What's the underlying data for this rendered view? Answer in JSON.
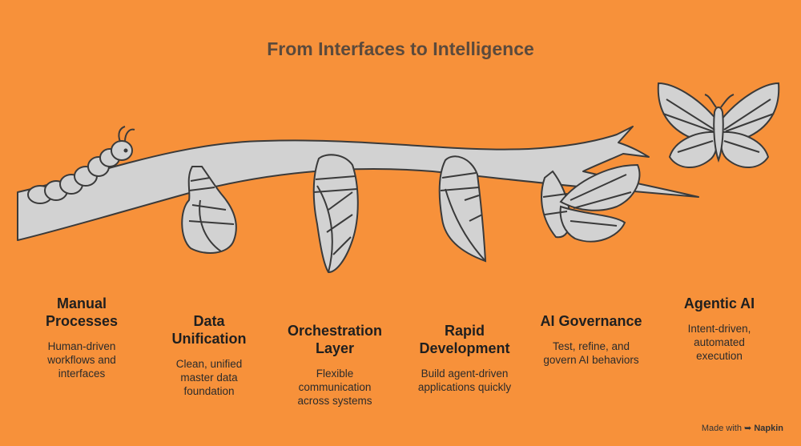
{
  "title": "From Interfaces to Intelligence",
  "stages": [
    {
      "title": "Manual Processes",
      "title_lines": [
        "Manual",
        "Processes"
      ],
      "desc_lines": [
        "Human-driven",
        "workflows and",
        "interfaces"
      ]
    },
    {
      "title": "Data Unification",
      "title_lines": [
        "Data",
        "Unification"
      ],
      "desc_lines": [
        "Clean, unified",
        "master data",
        "foundation"
      ]
    },
    {
      "title": "Orchestration Layer",
      "title_lines": [
        "Orchestration",
        "Layer"
      ],
      "desc_lines": [
        "Flexible",
        "communication",
        "across systems"
      ]
    },
    {
      "title": "Rapid Development",
      "title_lines": [
        "Rapid",
        "Development"
      ],
      "desc_lines": [
        "Build agent-driven",
        "applications quickly"
      ]
    },
    {
      "title": "AI Governance",
      "title_lines": [
        "AI Governance"
      ],
      "desc_lines": [
        "Test, refine, and",
        "govern AI behaviors"
      ]
    },
    {
      "title": "Agentic AI",
      "title_lines": [
        "Agentic AI"
      ],
      "desc_lines": [
        "Intent-driven,",
        "automated",
        "execution"
      ]
    }
  ],
  "footer": {
    "made_with": "Made with",
    "brand": "Napkin",
    "brand_icon": "napkin-logo-icon"
  },
  "colors": {
    "background": "#F7913A",
    "illustration_fill": "#D2D2D2",
    "illustration_stroke": "#3a3a3a"
  }
}
